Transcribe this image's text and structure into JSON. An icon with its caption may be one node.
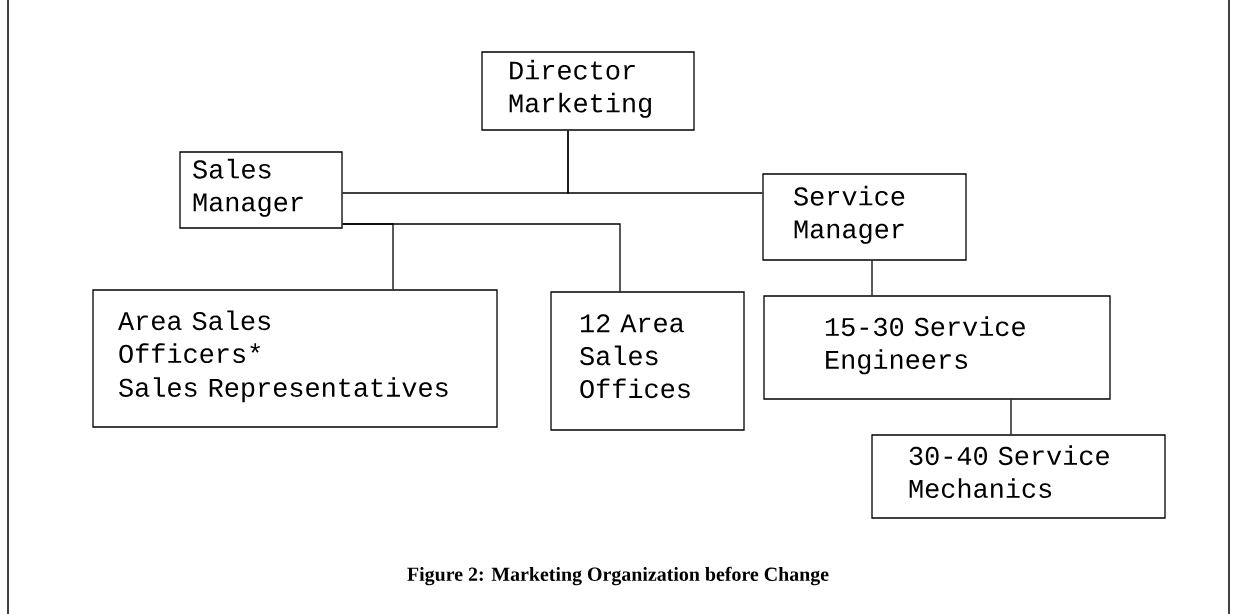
{
  "diagram": {
    "caption": "Figure 2: Marketing Organization before Change",
    "nodes": [
      {
        "text": [
          "Director Marketing"
        ]
      },
      {
        "text": [
          "Sales Manager"
        ]
      },
      {
        "text": [
          "Service Manager"
        ]
      },
      {
        "text": [
          "Area Sales Officers*",
          "Sales Representatives"
        ]
      },
      {
        "text": [
          "12 Area Sales Offices"
        ]
      },
      {
        "text": [
          "15-30 Service Engineers"
        ]
      },
      {
        "text": [
          "30-40 Service Mechanics"
        ]
      }
    ],
    "edges": [
      {
        "from": 0,
        "to": 1,
        "arrow": "none"
      },
      {
        "from": 0,
        "to": 2,
        "arrow": "none"
      },
      {
        "from": 1,
        "to": 3,
        "arrow": "none"
      },
      {
        "from": 1,
        "to": 4,
        "arrow": "none"
      },
      {
        "from": 2,
        "to": 5,
        "arrow": "none"
      },
      {
        "from": 5,
        "to": 6,
        "arrow": "none"
      }
    ]
  }
}
